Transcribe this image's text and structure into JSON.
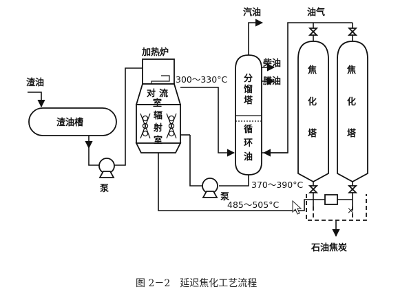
{
  "labels": {
    "residue_feed": "渣油",
    "residue_tank": "渣油槽",
    "pump_1": "泵",
    "pump_2": "泵",
    "furnace": "加热炉",
    "convection_1": "对",
    "convection_2": "流",
    "convection_3": "室",
    "radiant_1": "辐",
    "radiant_2": "射",
    "radiant_3": "室",
    "fractionator_1": "分",
    "fractionator_2": "馏",
    "fractionator_3": "塔",
    "circulating_1": "循",
    "circulating_2": "环",
    "circulating_3": "油",
    "gasoline": "汽油",
    "diesel": "柴油",
    "wax_oil": "腊油",
    "oil_gas": "油气",
    "coker_a_1": "焦",
    "coker_a_2": "化",
    "coker_a_3": "塔",
    "coker_b_1": "焦",
    "coker_b_2": "化",
    "coker_b_3": "塔",
    "petroleum_coke": "石油焦炭",
    "temp_1": "300～330°C",
    "temp_2": "370～390°C",
    "temp_3": "485～505°C"
  },
  "caption": "图 2－2　延迟焦化工艺流程"
}
